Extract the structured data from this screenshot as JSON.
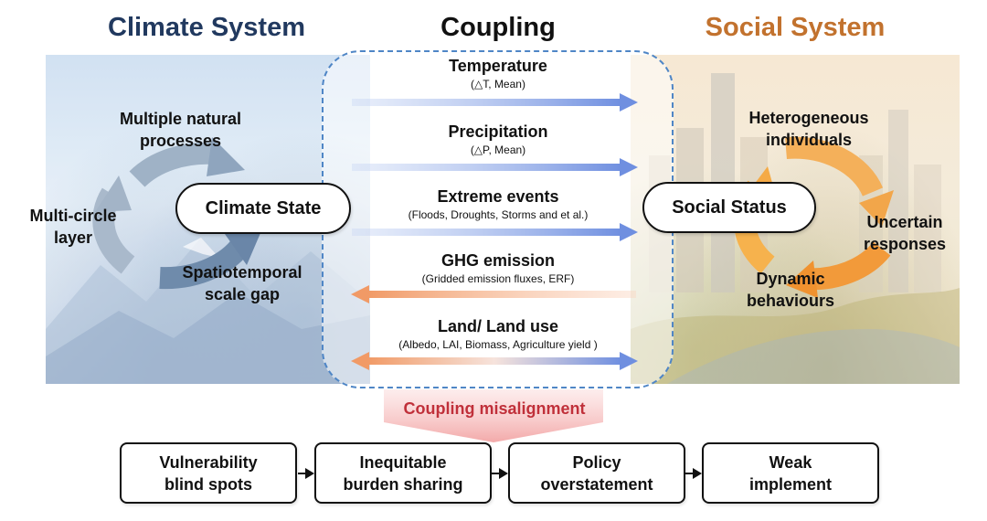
{
  "titles": {
    "climate": "Climate System",
    "coupling": "Coupling",
    "social": "Social System"
  },
  "colors": {
    "climate_title": "#21395f",
    "social_title": "#c2722e",
    "coupling_border": "#4f86c6",
    "blue_arrow": "#6f8fe0",
    "orange_arrow": "#f19a66",
    "misalignment_text": "#c0303a"
  },
  "climate": {
    "state": "Climate State",
    "processes": [
      "Multiple natural",
      "processes"
    ],
    "layer": [
      "Multi-circle",
      "layer"
    ],
    "gap": [
      "Spatiotemporal",
      "scale gap"
    ],
    "cycle_icon": "grey-blue-cycle-arrows-icon"
  },
  "social": {
    "state": "Social Status",
    "individuals": [
      "Heterogeneous",
      "individuals"
    ],
    "responses": [
      "Uncertain",
      "responses"
    ],
    "behaviours": [
      "Dynamic",
      "behaviours"
    ],
    "cycle_icon": "orange-cycle-arrows-icon"
  },
  "coupling_vars": [
    {
      "name": "Temperature",
      "sub": "(△T, Mean)",
      "direction": "climate-to-social"
    },
    {
      "name": "Precipitation",
      "sub": "(△P, Mean)",
      "direction": "climate-to-social"
    },
    {
      "name": "Extreme events",
      "sub": "(Floods, Droughts, Storms and et al.)",
      "direction": "climate-to-social"
    },
    {
      "name": "GHG emission",
      "sub": "(Gridded emission fluxes, ERF)",
      "direction": "social-to-climate"
    },
    {
      "name": "Land/ Land use",
      "sub": "(Albedo, LAI, Biomass, Agriculture yield )",
      "direction": "bidirectional"
    }
  ],
  "misalignment": "Coupling misalignment",
  "outcomes": [
    [
      "Vulnerability",
      "blind spots"
    ],
    [
      "Inequitable",
      "burden sharing"
    ],
    [
      "Policy",
      "overstatement"
    ],
    [
      "Weak",
      "implement"
    ]
  ]
}
